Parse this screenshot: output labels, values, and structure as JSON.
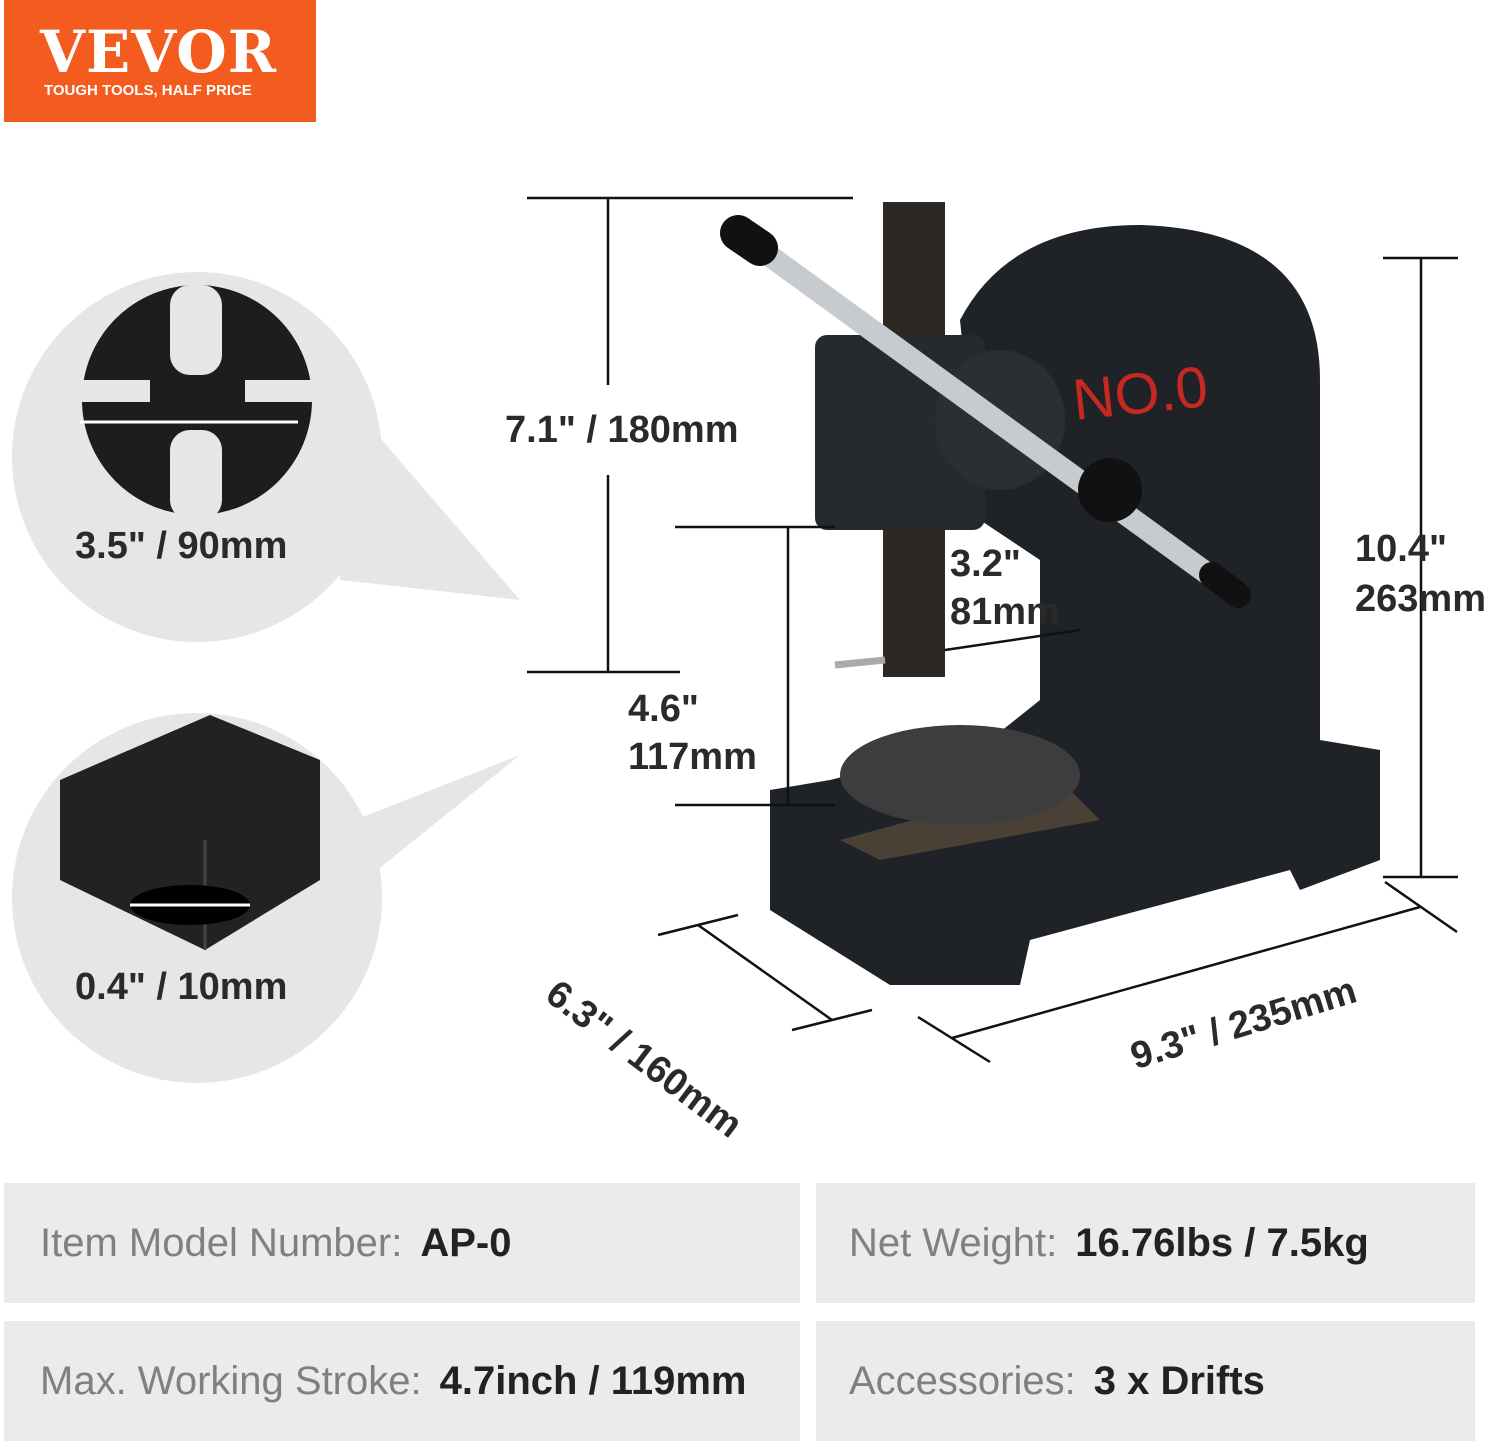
{
  "logo": {
    "brand": "VEVOR",
    "tagline": "TOUGH TOOLS, HALF PRICE"
  },
  "product": {
    "label": "NO.0"
  },
  "dimensions": {
    "drift_cross": "3.5\" / 90mm",
    "drift_square": "0.4\" / 10mm",
    "ram_travel": "7.1\" / 180mm",
    "throat_depth_in": "3.2\"",
    "throat_depth_mm": "81mm",
    "height_in": "10.4\"",
    "height_mm": "263mm",
    "opening_in": "4.6\"",
    "opening_mm": "117mm",
    "base_depth": "6.3\" / 160mm",
    "base_width": "9.3\" / 235mm"
  },
  "specs": [
    {
      "label": "Item Model Number:",
      "value": "AP-0"
    },
    {
      "label": "Net Weight:",
      "value": "16.76lbs / 7.5kg"
    },
    {
      "label": "Max. Working Stroke:",
      "value": "4.7inch / 119mm"
    },
    {
      "label": "Accessories:",
      "value": "3 x Drifts"
    }
  ]
}
